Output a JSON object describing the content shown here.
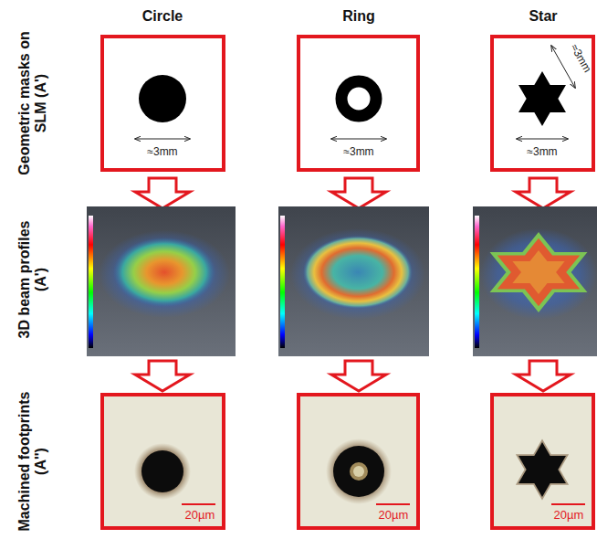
{
  "diagram": {
    "nodes": [
      {
        "text": [
          "≈3mm"
        ]
      },
      {
        "text": [
          "≈3mm"
        ]
      },
      {
        "text": [
          "≈3mm",
          "≈3mm"
        ]
      },
      {
        "text": [
          "20µm"
        ]
      },
      {
        "text": [
          "20µm"
        ]
      },
      {
        "text": [
          "20µm"
        ]
      }
    ],
    "labels": [
      "Circle",
      "Ring",
      "Star",
      "Geometric masks on SLM (A')",
      "3D beam profiles (A')",
      "Machined footprints (A'')"
    ]
  }
}
